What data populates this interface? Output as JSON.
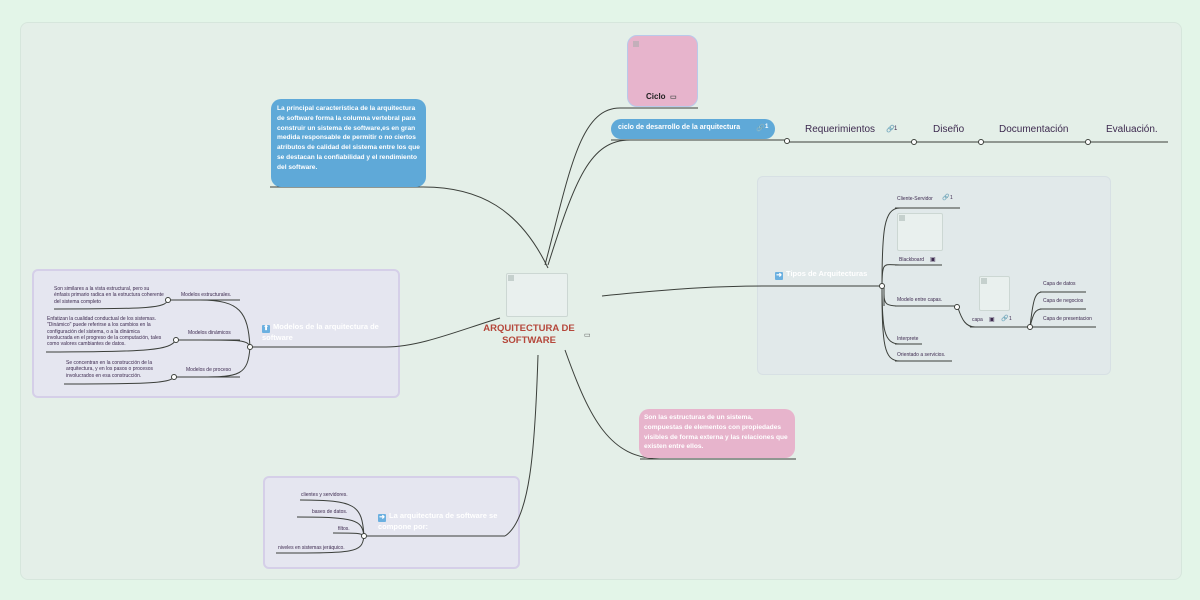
{
  "central": {
    "title_line1": "ARQUITECTURA DE",
    "title_line2": "SOFTWARE"
  },
  "definition_bubble": {
    "text": "La principal característica de la arquitectura de software forma la columna vertebral para construir un sistema de software,es en gran medida responsable de permitir o no ciertos atributos de calidad del sistema entre los que se destacan la confiabilidad y el rendimiento del software."
  },
  "ciclo_node": {
    "label": "Ciclo"
  },
  "cycle_topic": {
    "label": "ciclo de desarrollo de la arquitectura",
    "link_count": "1",
    "steps": [
      {
        "label": "Requerimientos",
        "count": "1"
      },
      {
        "label": "Diseño"
      },
      {
        "label": "Documentación"
      },
      {
        "label": "Evaluación."
      }
    ]
  },
  "tipos": {
    "title": "Tipos de Arquitecturas",
    "items": {
      "cliente_servidor": "Cliente-Servidor",
      "cliente_servidor_count": "1",
      "blackboard": "Blackboard",
      "modelo_capas": "Modelo entre capas.",
      "capa": "capa",
      "capa_count": "1",
      "interprete": "Interprete",
      "orientado": "Orientado a servicios."
    },
    "capas": [
      "Capa de datos",
      "Capa de negocios",
      "Capa de presentacion"
    ]
  },
  "estructuras_bubble": {
    "text": "Son las estructuras de un sistema, compuestas de elementos con propiedades visibles de forma externa y las relaciones que existen entre ellos."
  },
  "modelos": {
    "title": "Modelos de la arquitectura de software",
    "items": [
      {
        "label": "Modelos estructurales.",
        "note": "Son similares a la vista estructural, pero su énfasis primario radica en la estructura coherente del sistema completo"
      },
      {
        "label": "Modelos dinámicos",
        "note": "Enfatizan la cualidad conductual de los sistemas. \"Dinámico\" puede referirse a los cambios en la configuración del sistema, o a la dinámica involucrada en el progreso de la computación, tales como valores cambiantes de datos."
      },
      {
        "label": "Modelos de proceso",
        "note": "Se concentran en la construcción de la arquitectura, y en los pasos o procesos involucrados en esa construcción."
      }
    ]
  },
  "compone": {
    "title_line1": "La arquitectura de software se",
    "title_line2": "compone por:",
    "items": [
      "clientes y servidores.",
      "bases de datos.",
      "filtos.",
      "niveles en sistemas jeráquico."
    ]
  },
  "colors": {
    "link": "#3b3f3a",
    "blue_bubble": "#5fa9d8",
    "pink_bubble": "#e7b4cc",
    "central_text": "#b5473b"
  }
}
